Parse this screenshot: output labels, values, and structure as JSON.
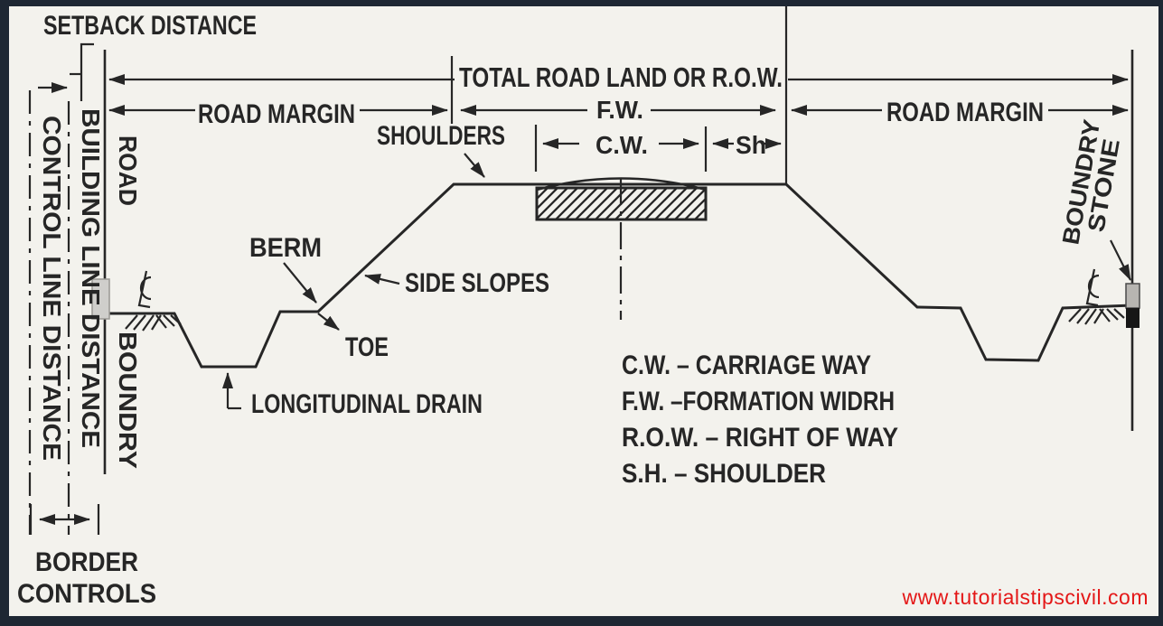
{
  "colors": {
    "ink": "#262626",
    "paper": "#f3f2ed",
    "frame": "#1e2733",
    "watermark_red": "#e41717"
  },
  "labels": {
    "setback_distance": "SETBACK DISTANCE",
    "total_road_land": "TOTAL ROAD LAND OR R.O.W.",
    "road_margin_left": "ROAD MARGIN",
    "road_margin_right": "ROAD MARGIN",
    "formation_width_abbr": "F.W.",
    "carriage_way_abbr": "C.W.",
    "shoulder_abbr": "Sh",
    "shoulders": "SHOULDERS",
    "berm": "BERM",
    "side_slopes": "SIDE SLOPES",
    "toe": "TOE",
    "longitudinal_drain": "LONGITUDINAL DRAIN",
    "control_line_distance": "CONTROL LINE DISTANCE",
    "building_line_distance": "BUILDING LINE DISTANCE",
    "road": "ROAD",
    "boundry": "BOUNDRY",
    "boundry_stone_line1": "BOUNDRY",
    "boundry_stone_line2": "STONE",
    "border_controls_line1": "BORDER",
    "border_controls_line2": "CONTROLS"
  },
  "legend": {
    "rows": [
      "C.W.  –  CARRIAGE WAY",
      "F.W.  –FORMATION WIDRH",
      "R.O.W.  –  RIGHT OF WAY",
      "S.H.  –  SHOULDER"
    ]
  },
  "watermark": "www.tutorialstipscivil.com"
}
